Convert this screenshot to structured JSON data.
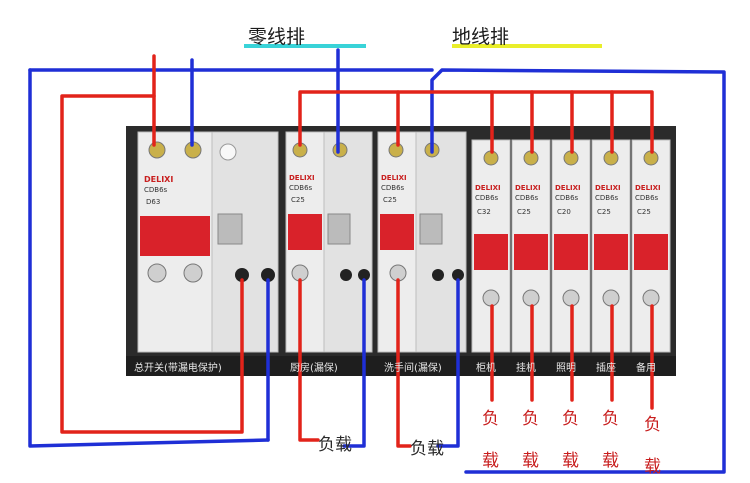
{
  "bus_labels": {
    "neutral": "零线排",
    "ground": "地线排"
  },
  "colors": {
    "live": "#e2231a",
    "neutral": "#1f2fd6",
    "neutral_bar": "#39d3d8",
    "ground_bar": "#e9ee2a",
    "panel": "#2a2a2a",
    "breaker_body": "#e9e9e9",
    "lever": "#d9222a"
  },
  "brand": "DELIXI",
  "breaker_models": {
    "main_rcd": "CDB6s",
    "kitchen_rcd": "CDB6s",
    "bath_rcd": "CDB6s",
    "branch": "CDB6s"
  },
  "rating_text": {
    "main": "D63",
    "rcd": "C25",
    "branch_a": "C32",
    "branch_b": "C25",
    "branch_c": "C20"
  },
  "captions": {
    "main": "总开关(带漏电保护)",
    "kitchen": "厨房(漏保)",
    "bathroom": "洗手间(漏保)",
    "cabinet": "柜机",
    "hang": "挂机",
    "lighting": "照明",
    "socket": "插座",
    "spare": "备用"
  },
  "load_labels": {
    "kitchen": "负载",
    "bathroom": "负载",
    "v1": [
      "负",
      "载"
    ],
    "v2": [
      "负",
      "载"
    ],
    "v3": [
      "负",
      "载"
    ],
    "v4": [
      "负",
      "载"
    ],
    "v5": [
      "负",
      "载"
    ]
  }
}
